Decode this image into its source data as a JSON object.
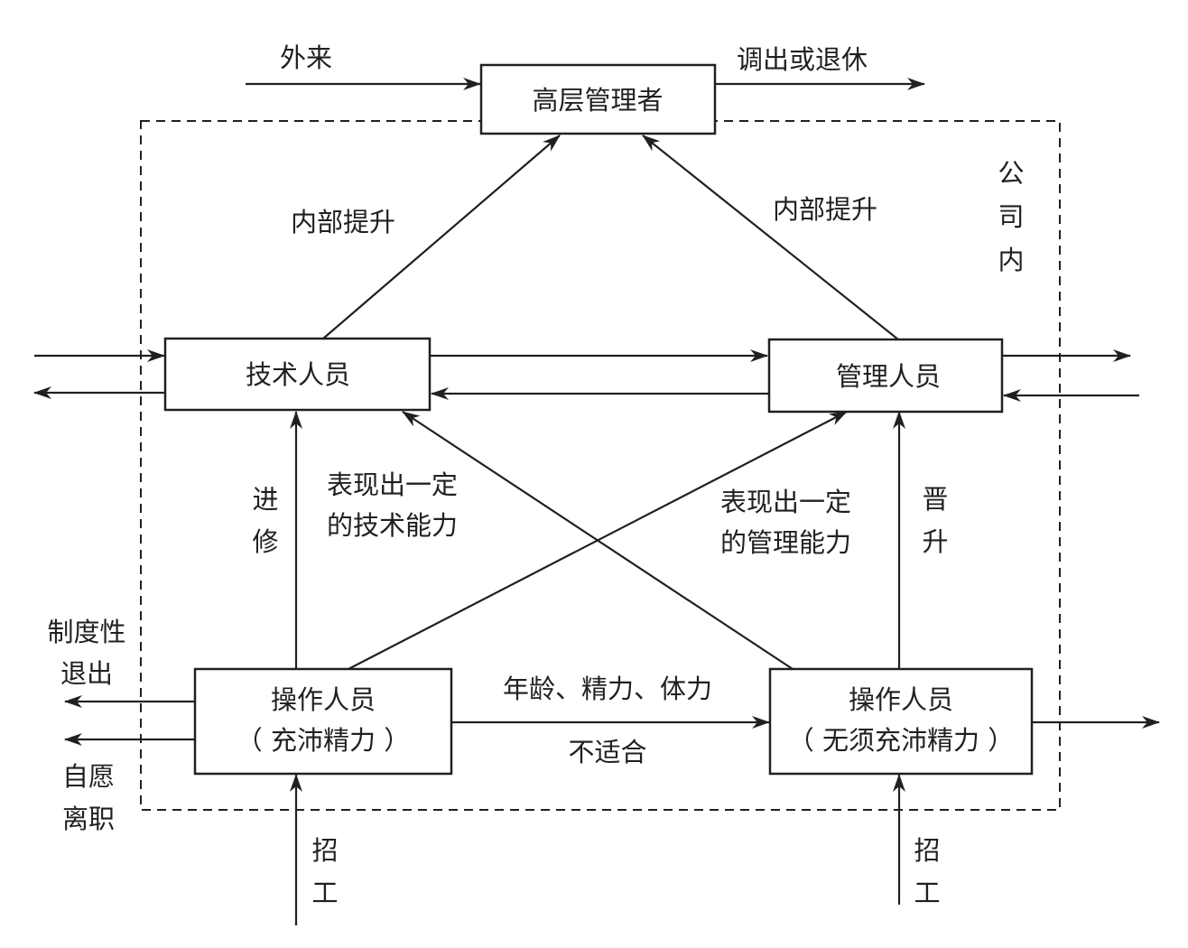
{
  "diagram": {
    "boundary_label": [
      "公",
      "司",
      "内"
    ],
    "nodes": {
      "senior_managers": {
        "label": "高层管理者"
      },
      "technical_staff": {
        "label": "技术人员"
      },
      "management_staff": {
        "label": "管理人员"
      },
      "operators_energetic": {
        "label_line1": "操作人员",
        "label_line2": "（ 充沛精力 ）"
      },
      "operators_non_energetic": {
        "label_line1": "操作人员",
        "label_line2": "（ 无须充沛精力 ）"
      }
    },
    "edges": {
      "external_in": "外来",
      "transfer_out": "调出或退休",
      "tech_promotion": "内部提升",
      "mgmt_promotion": "内部提升",
      "further_study": [
        "进",
        "修"
      ],
      "tech_ability": [
        "表现出一定",
        "的技术能力"
      ],
      "mgmt_ability": [
        "表现出一定",
        "的管理能力"
      ],
      "promotion": [
        "晋",
        "升"
      ],
      "institutional_exit": [
        "制度性",
        "退出"
      ],
      "voluntary_leave": [
        "自愿",
        "离职"
      ],
      "unfit_top": "年龄、精力、体力",
      "unfit_bottom": "不适合",
      "recruit_left": [
        "招",
        "工"
      ],
      "recruit_right": [
        "招",
        "工"
      ]
    }
  }
}
